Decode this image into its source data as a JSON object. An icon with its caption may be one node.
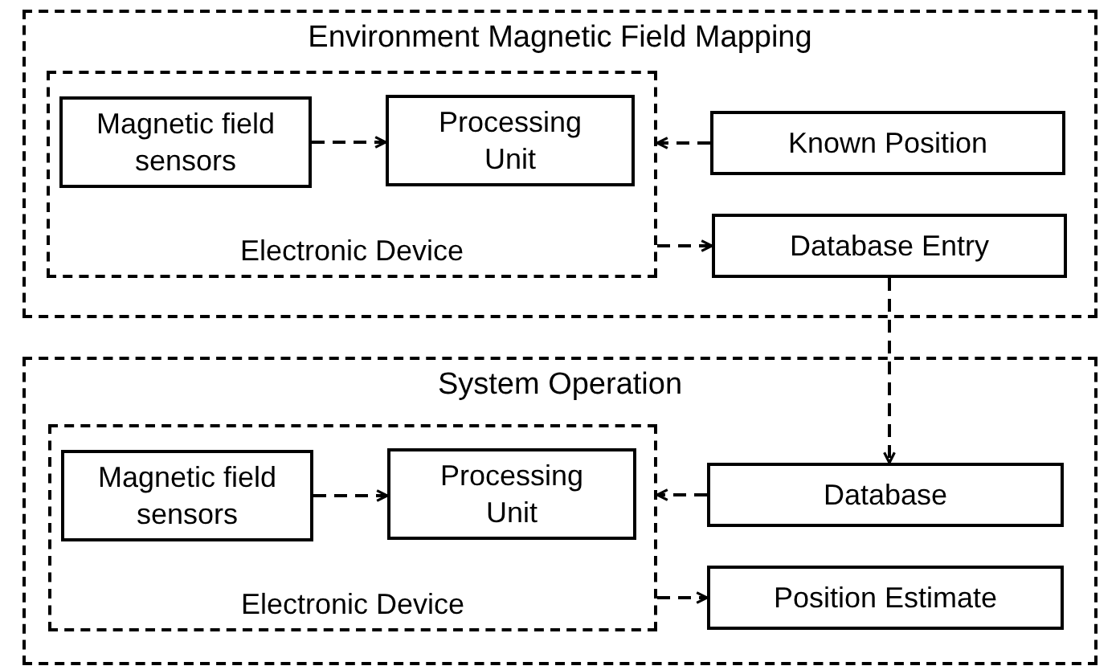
{
  "diagram": {
    "nodes": [
      {
        "text": [
          "Environment Magnetic Field Mapping"
        ]
      },
      {
        "text": [
          "Electronic Device"
        ],
        "in": 0
      },
      {
        "text": [
          "Magnetic field sensors"
        ],
        "in": 1
      },
      {
        "text": [
          "Processing Unit"
        ],
        "in": 1
      },
      {
        "text": [
          "Known Position"
        ],
        "in": 0
      },
      {
        "text": [
          "Database Entry"
        ],
        "in": 0
      },
      {
        "text": [
          "System Operation"
        ]
      },
      {
        "text": [
          "Electronic Device"
        ],
        "in": 6
      },
      {
        "text": [
          "Magnetic field sensors"
        ],
        "in": 7
      },
      {
        "text": [
          "Processing Unit"
        ],
        "in": 7
      },
      {
        "text": [
          "Database"
        ],
        "in": 6
      },
      {
        "text": [
          "Position Estimate"
        ],
        "in": 6
      }
    ],
    "edges": [
      {
        "from": 2,
        "to": 3,
        "arrow": "to",
        "style": "dashed"
      },
      {
        "from": 4,
        "to": 1,
        "arrow": "to",
        "style": "dashed"
      },
      {
        "from": 1,
        "to": 5,
        "arrow": "to",
        "style": "dashed"
      },
      {
        "from": 5,
        "to": 10,
        "arrow": "to",
        "style": "dashed"
      },
      {
        "from": 8,
        "to": 9,
        "arrow": "to",
        "style": "dashed"
      },
      {
        "from": 10,
        "to": 7,
        "arrow": "to",
        "style": "dashed"
      },
      {
        "from": 7,
        "to": 11,
        "arrow": "to",
        "style": "dashed"
      }
    ]
  }
}
